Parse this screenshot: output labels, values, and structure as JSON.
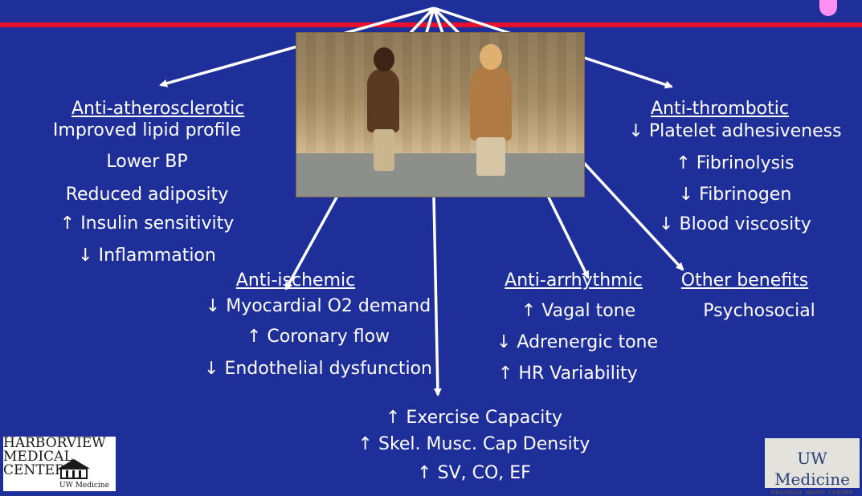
{
  "groups": {
    "anti_atherosclerotic": {
      "heading": "Anti-atherosclerotic",
      "items": [
        "Improved lipid profile",
        "Lower BP",
        "Reduced adiposity",
        "↑ Insulin sensitivity",
        "↓ Inflammation"
      ]
    },
    "anti_thrombotic": {
      "heading": "Anti-thrombotic",
      "items": [
        "↓ Platelet adhesiveness",
        "↑ Fibrinolysis",
        "↓ Fibrinogen",
        "↓ Blood viscosity"
      ]
    },
    "anti_ischemic": {
      "heading": "Anti-ischemic",
      "items": [
        "↓ Myocardial O2 demand",
        "↑ Coronary flow",
        "↓ Endothelial dysfunction"
      ]
    },
    "anti_arrhythmic": {
      "heading": "Anti-arrhythmic",
      "items": [
        "↑ Vagal tone",
        "↓  Adrenergic tone",
        "↑ HR Variability"
      ]
    },
    "other_benefits": {
      "heading": "Other benefits",
      "items": [
        "Psychosocial"
      ]
    },
    "exercise_capacity": {
      "items": [
        "↑ Exercise Capacity",
        "↑ Skel. Musc. Cap Density",
        "↑ SV, CO, EF"
      ]
    }
  },
  "logos": {
    "left": {
      "lines": [
        "HARBORVIEW",
        "MEDICAL",
        "CENTER"
      ],
      "sub": "UW Medicine"
    },
    "right": {
      "main": "UW Medicine",
      "sub": "REGIONAL HEART CENTER"
    }
  },
  "colors": {
    "background": "#1f2f9a",
    "accent_line": "#e8112d",
    "text": "#ffffff"
  }
}
